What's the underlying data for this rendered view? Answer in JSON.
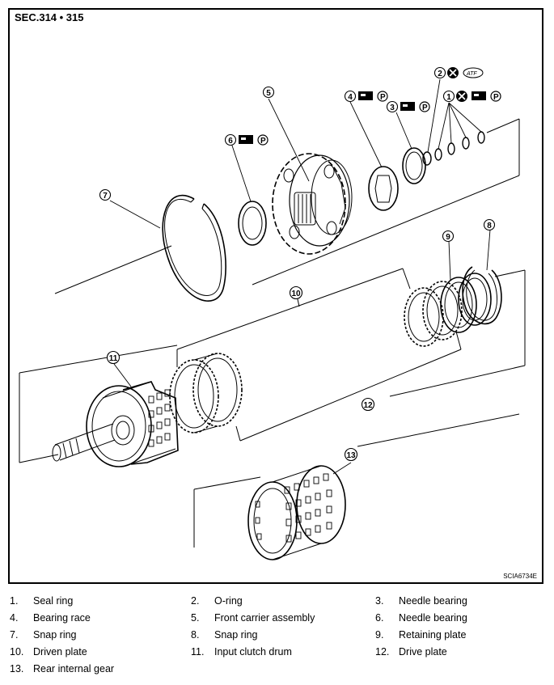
{
  "figure": {
    "section_label": "SEC.314 • 315",
    "figure_code": "SCIA6734E",
    "callouts": [
      "1",
      "2",
      "3",
      "4",
      "5",
      "6",
      "7",
      "8",
      "9",
      "10",
      "11",
      "12",
      "13"
    ],
    "atf_label": "ATF"
  },
  "legend": [
    [
      {
        "num": "1.",
        "text": "Seal ring"
      },
      {
        "num": "2.",
        "text": "O-ring"
      },
      {
        "num": "3.",
        "text": "Needle bearing"
      }
    ],
    [
      {
        "num": "4.",
        "text": "Bearing race"
      },
      {
        "num": "5.",
        "text": "Front carrier assembly"
      },
      {
        "num": "6.",
        "text": "Needle bearing"
      }
    ],
    [
      {
        "num": "7.",
        "text": "Snap ring"
      },
      {
        "num": "8.",
        "text": "Snap ring"
      },
      {
        "num": "9.",
        "text": "Retaining plate"
      }
    ],
    [
      {
        "num": "10.",
        "text": "Driven plate"
      },
      {
        "num": "11.",
        "text": "Input clutch drum"
      },
      {
        "num": "12.",
        "text": "Drive plate"
      }
    ],
    [
      {
        "num": "13.",
        "text": "Rear internal gear"
      }
    ]
  ]
}
